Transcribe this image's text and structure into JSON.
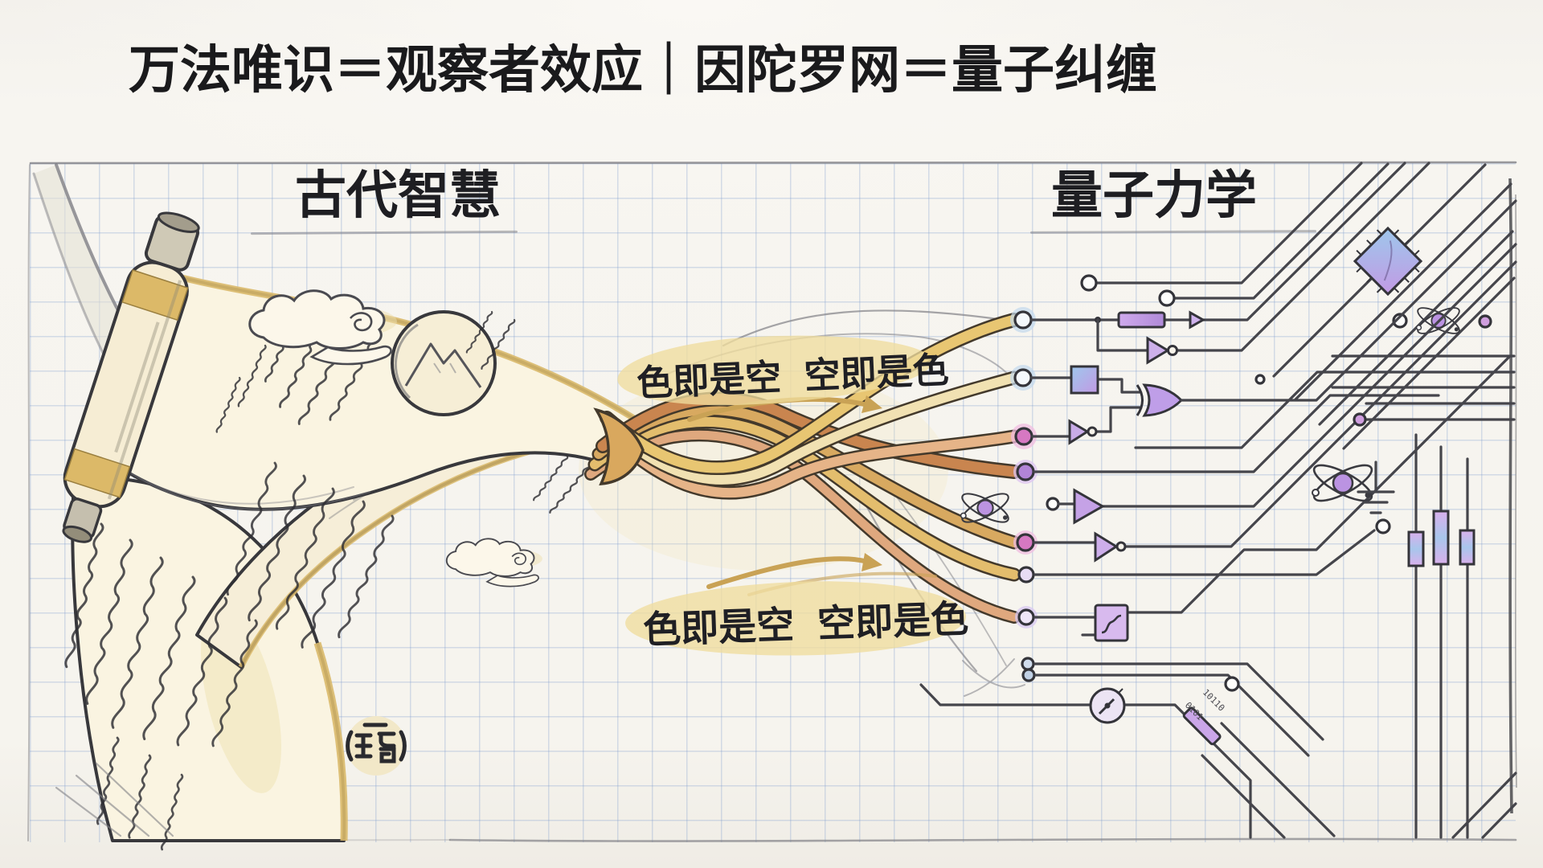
{
  "header": {
    "title": "万法唯识＝观察者效应｜因陀罗网＝量子纠缠"
  },
  "sections": {
    "ancient": {
      "label": "古代智慧"
    },
    "quantum": {
      "label": "量子力学"
    }
  },
  "annotations": {
    "mantra_top": "色即是空 空即是色",
    "mantra_bottom": "色即是空 空即是色"
  },
  "style": {
    "colors": {
      "paper": "#f6f4ee",
      "grid_blue": "#7d9bcd",
      "ink": "#1a1a1c",
      "pencil": "#55555a",
      "scroll_cream": "#faf4e1",
      "scroll_gold": "#d9b96a",
      "ribbon_gold": "#e8c672",
      "ribbon_rust": "#c9854f",
      "highlight_yellow": "#efdc9e",
      "circuit_purple": "#c5a2e6",
      "circuit_blue": "#a6cbea",
      "node_magenta": "#d678c2"
    }
  }
}
